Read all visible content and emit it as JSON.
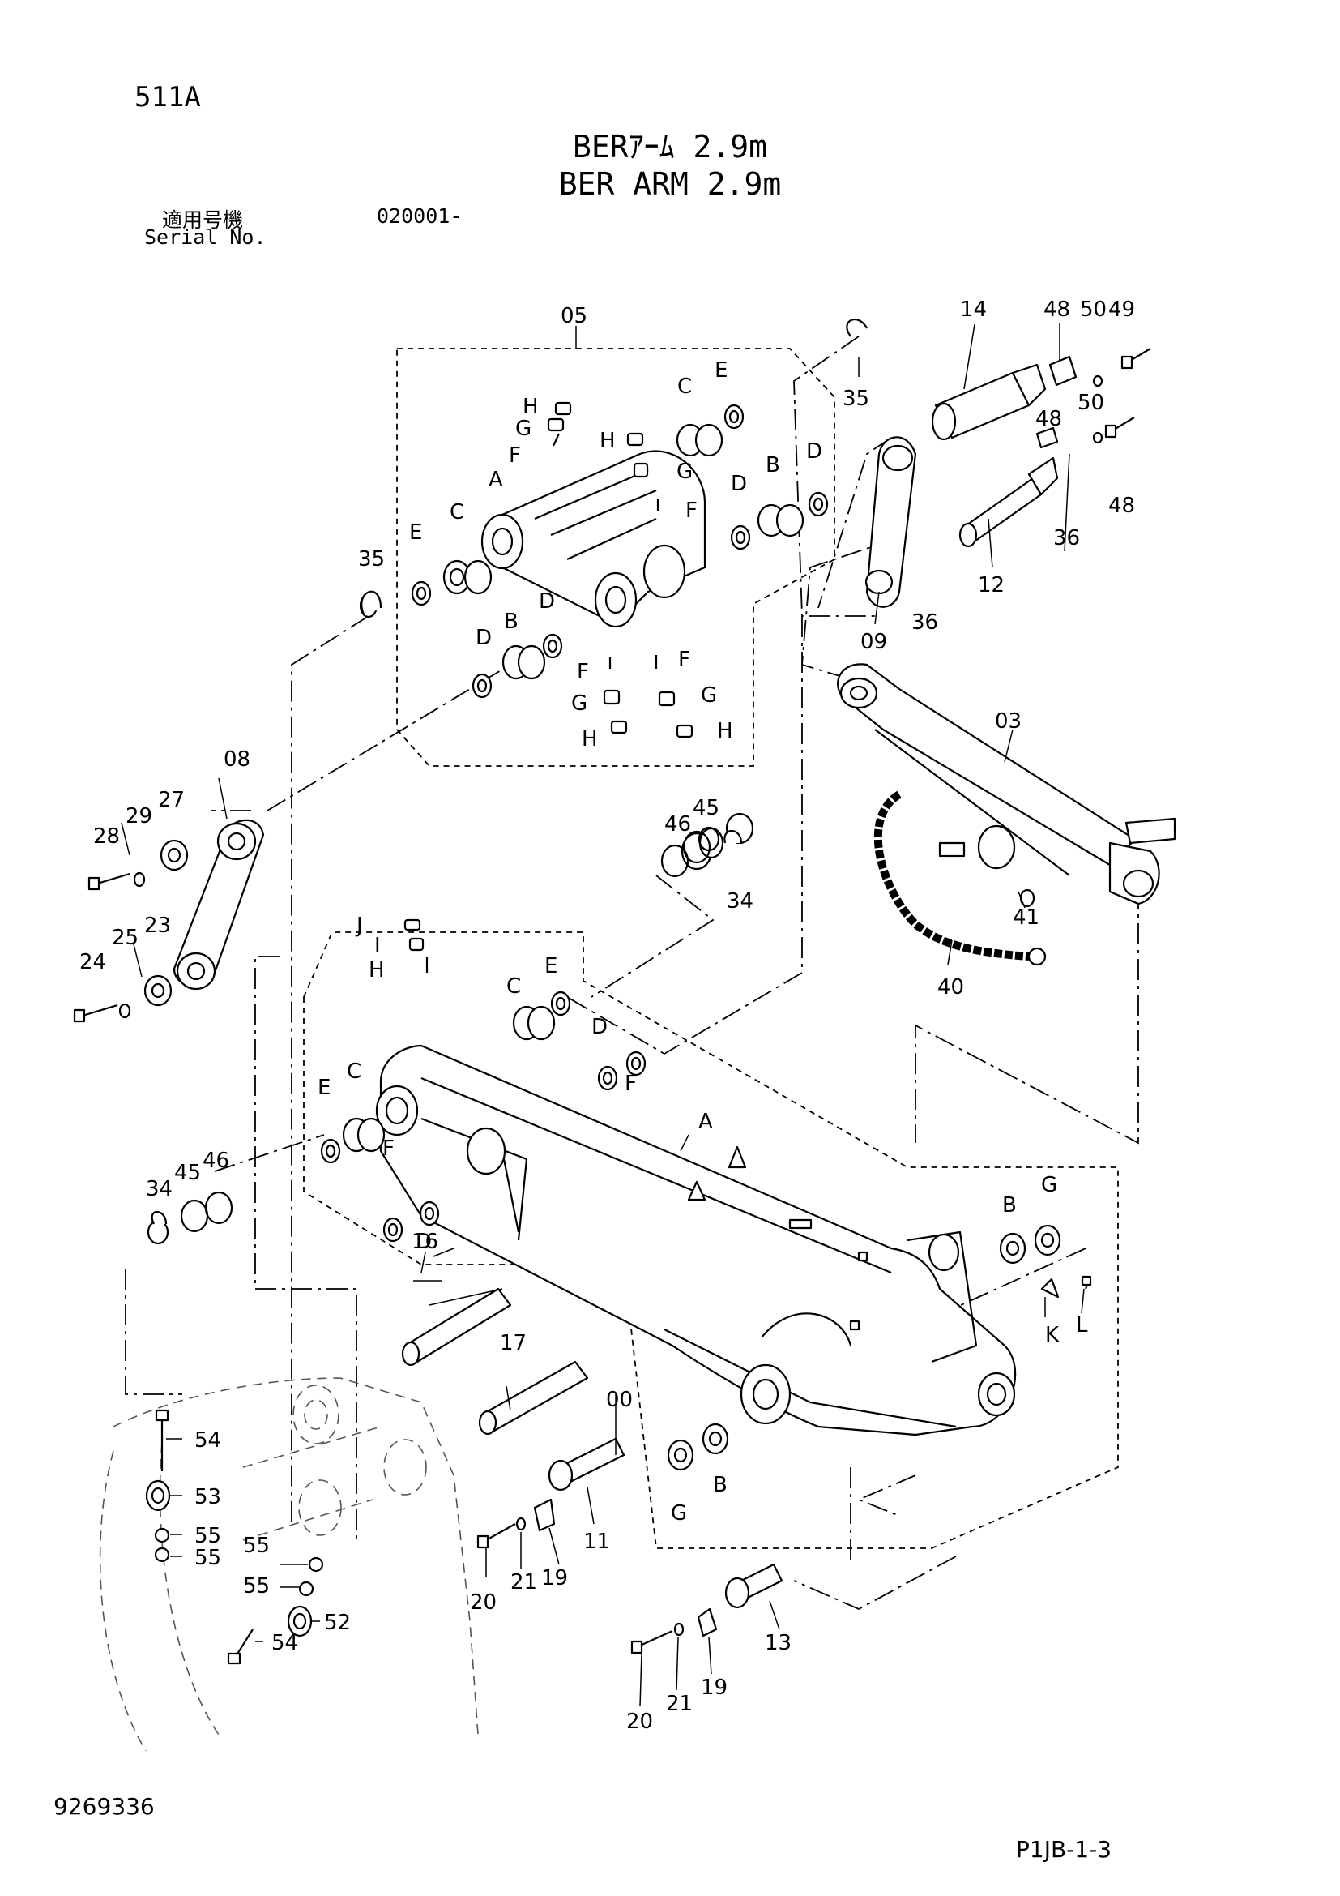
{
  "header": {
    "page_id": "511A",
    "title_jp": "BERｱｰﾑ 2.9m",
    "title_en": "BER ARM 2.9m",
    "serial_label_jp": "適用号機",
    "serial_number": "020001-",
    "serial_label_en": "Serial No."
  },
  "footer": {
    "document_number": "9269336",
    "page_reference": "P1JB-1-3"
  },
  "callouts": {
    "c05": "05",
    "c14": "14",
    "c48a": "48",
    "c50a": "50",
    "c49": "49",
    "c35a": "35",
    "c50b": "50",
    "c48b": "48",
    "c48c": "48",
    "c36a": "36",
    "c12": "12",
    "c36b": "36",
    "c09": "09",
    "c35b": "35",
    "c03": "03",
    "c08": "08",
    "c27": "27",
    "c29": "29",
    "c28": "28",
    "c23": "23",
    "c25": "25",
    "c24": "24",
    "c46a": "46",
    "c45a": "45",
    "c34a": "34",
    "c41": "41",
    "c40": "40",
    "c34b": "34",
    "c45b": "45",
    "c46b": "46",
    "c16": "16",
    "c17": "17",
    "c00": "00",
    "c54a": "54",
    "c53": "53",
    "c55a": "55",
    "c55b": "55",
    "c55c": "55",
    "c55d": "55",
    "c52": "52",
    "c54b": "54",
    "c11": "11",
    "c19a": "19",
    "c21a": "21",
    "c20a": "20",
    "c13": "13",
    "c19b": "19",
    "c21b": "21",
    "c20b": "20",
    "lH1": "H",
    "lG1": "G",
    "lF1": "F",
    "lA1": "A",
    "lC1": "C",
    "lE1": "E",
    "lH2": "H",
    "lG2": "G",
    "lF2": "F",
    "lC2": "C",
    "lE2": "E",
    "lB1": "B",
    "lD1": "D",
    "lD2": "D",
    "lE3": "E",
    "lC3": "C",
    "lD3": "D",
    "lB2": "B",
    "lD4": "D",
    "lF3": "F",
    "lF4": "F",
    "lG3": "G",
    "lG4": "G",
    "lH3": "H",
    "lH4": "H",
    "lJ": "J",
    "lI": "I",
    "lH5": "H",
    "lC4": "C",
    "lE4": "E",
    "lD5": "D",
    "lF5": "F",
    "lA2": "A",
    "lE5": "E",
    "lC5": "C",
    "lF6": "F",
    "lD6": "D",
    "lB3": "B",
    "lG5": "G",
    "lK": "K",
    "lL": "L",
    "lG6": "G",
    "lB4": "B"
  }
}
